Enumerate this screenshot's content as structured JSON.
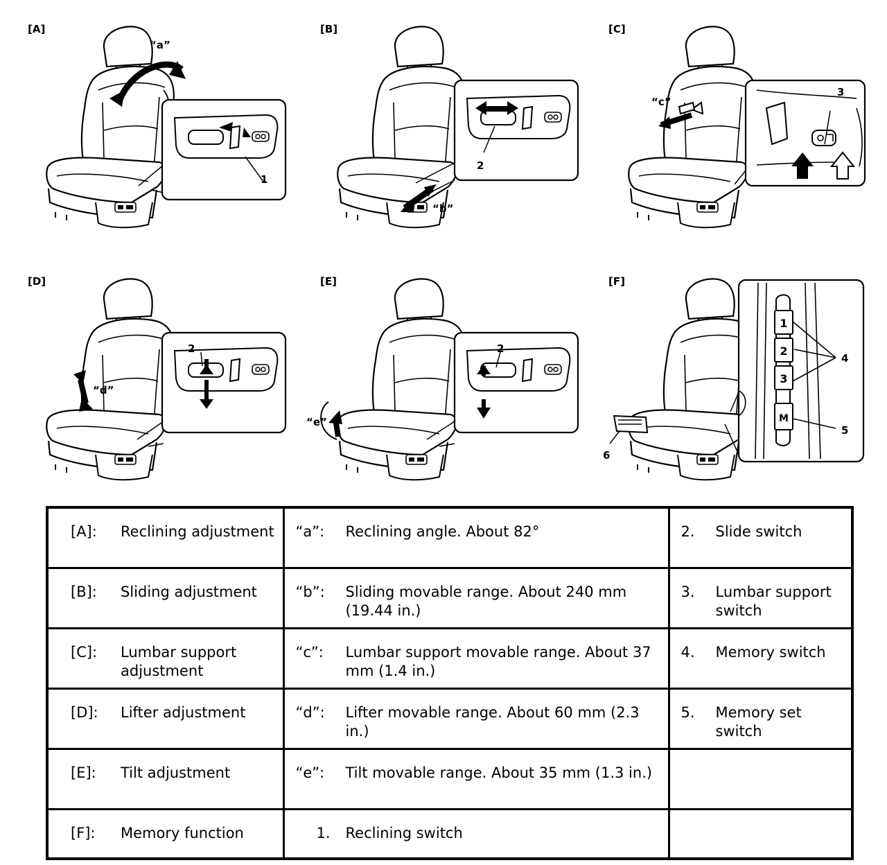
{
  "figure": {
    "panels": [
      {
        "id": "[A]",
        "callouts": [
          "“a”",
          "1"
        ]
      },
      {
        "id": "[B]",
        "callouts": [
          "2",
          "“b”"
        ]
      },
      {
        "id": "[C]",
        "callouts": [
          "“c”",
          "3"
        ]
      },
      {
        "id": "[D]",
        "callouts": [
          "“d”",
          "2"
        ]
      },
      {
        "id": "[E]",
        "callouts": [
          "“e”",
          "2"
        ]
      },
      {
        "id": "[F]",
        "callouts": [
          "6",
          "4",
          "5"
        ],
        "memory_buttons": [
          "1",
          "2",
          "3",
          "M"
        ]
      }
    ]
  },
  "table": {
    "rows": [
      {
        "k1": "[A]:",
        "v1": "Reclining adjustment",
        "k2": "“a”:",
        "v2": "Reclining angle. About 82°",
        "k3": "2.",
        "v3": "Slide switch"
      },
      {
        "k1": "[B]:",
        "v1": "Sliding adjustment",
        "k2": "“b”:",
        "v2": "Sliding movable range. About 240 mm (19.44 in.)",
        "k3": "3.",
        "v3": "Lumbar support switch"
      },
      {
        "k1": "[C]:",
        "v1": "Lumbar support adjustment",
        "k2": "“c”:",
        "v2": "Lumbar support movable range. About 37 mm (1.4 in.)",
        "k3": "4.",
        "v3": "Memory switch"
      },
      {
        "k1": "[D]:",
        "v1": "Lifter adjustment",
        "k2": "“d”:",
        "v2": "Lifter movable range. About 60 mm (2.3 in.)",
        "k3": "5.",
        "v3": "Memory set switch"
      },
      {
        "k1": "[E]:",
        "v1": "Tilt adjustment",
        "k2": "“e”:",
        "v2": "Tilt movable range. About 35 mm (1.3 in.)",
        "k3": "",
        "v3": ""
      },
      {
        "k1": "[F]:",
        "v1": "Memory function",
        "k2": "1.",
        "v2": "Reclining switch",
        "k3": "",
        "v3": ""
      }
    ]
  }
}
